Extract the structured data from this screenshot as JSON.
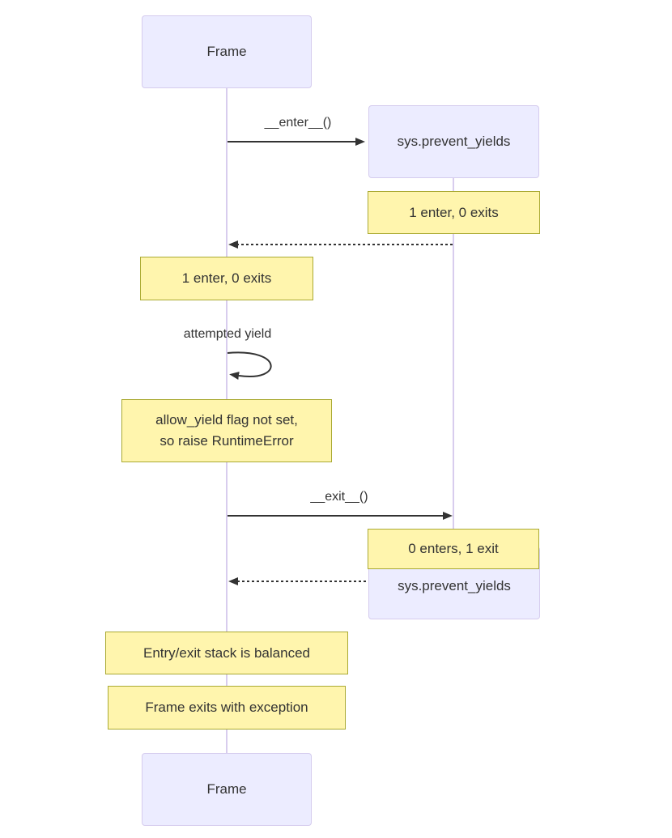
{
  "diagram": {
    "actors": {
      "frame_top": "Frame",
      "frame_bottom": "Frame",
      "sys_top": "sys.prevent_yields",
      "sys_bottom": "sys.prevent_yields"
    },
    "messages": {
      "enter": "__enter__()",
      "self_loop": "attempted yield",
      "exit": "__exit__()"
    },
    "notes": {
      "right_1": "1 enter, 0 exits",
      "left_1": "1 enter, 0 exits",
      "left_2_line1": "allow_yield flag not set,",
      "left_2_line2": "so raise RuntimeError",
      "right_2": "0 enters, 1 exit",
      "left_3": "Entry/exit stack is balanced",
      "left_4": "Frame exits with exception"
    },
    "colors": {
      "actor_fill": "#ECECFF",
      "actor_border": "#D5CCEE",
      "note_fill": "#FFF5AD",
      "note_border": "#AAAA33",
      "lifeline": "#D8CDEE",
      "arrow": "#333333",
      "text": "#333333"
    }
  }
}
